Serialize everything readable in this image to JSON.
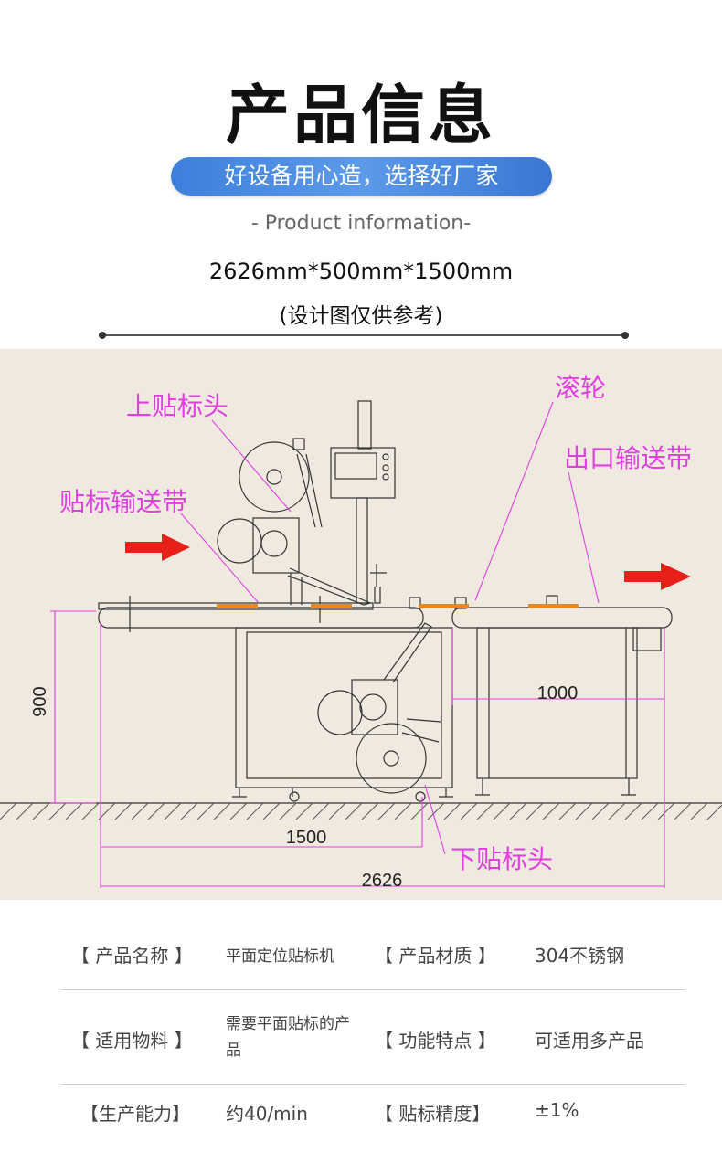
{
  "header": {
    "title": "产品信息",
    "slogan": "好设备用心造，选择好厂家",
    "subtitle": "- Product information-",
    "dimensions": "2626mm*500mm*1500mm",
    "note": "(设计图仅供参考)"
  },
  "diagram": {
    "labels": {
      "top_head": "上贴标头",
      "label_conveyor": "贴标输送带",
      "roller": "滚轮",
      "exit_conveyor": "出口输送带",
      "bottom_head": "下贴标头"
    },
    "dimensions": {
      "height": "900",
      "exit_length": "1000",
      "infeed_length": "1500",
      "total_length": "2626"
    },
    "colors": {
      "annotation": "#e040e0",
      "arrow": "#e8201a",
      "label_strip": "#e08a2a"
    }
  },
  "specs": [
    {
      "label1": "【 产品名称 】",
      "value1": "平面定位贴标机",
      "label2": "【 产品材质 】",
      "value2": "304不锈钢"
    },
    {
      "label1": "【 适用物料 】",
      "value1": "需要平面贴标的产品",
      "label2": "【 功能特点 】",
      "value2": "可适用多产品"
    },
    {
      "label1": "【生产能力】",
      "value1": "约40/min",
      "label2": "【 贴标精度】",
      "value2": "±1%"
    }
  ]
}
